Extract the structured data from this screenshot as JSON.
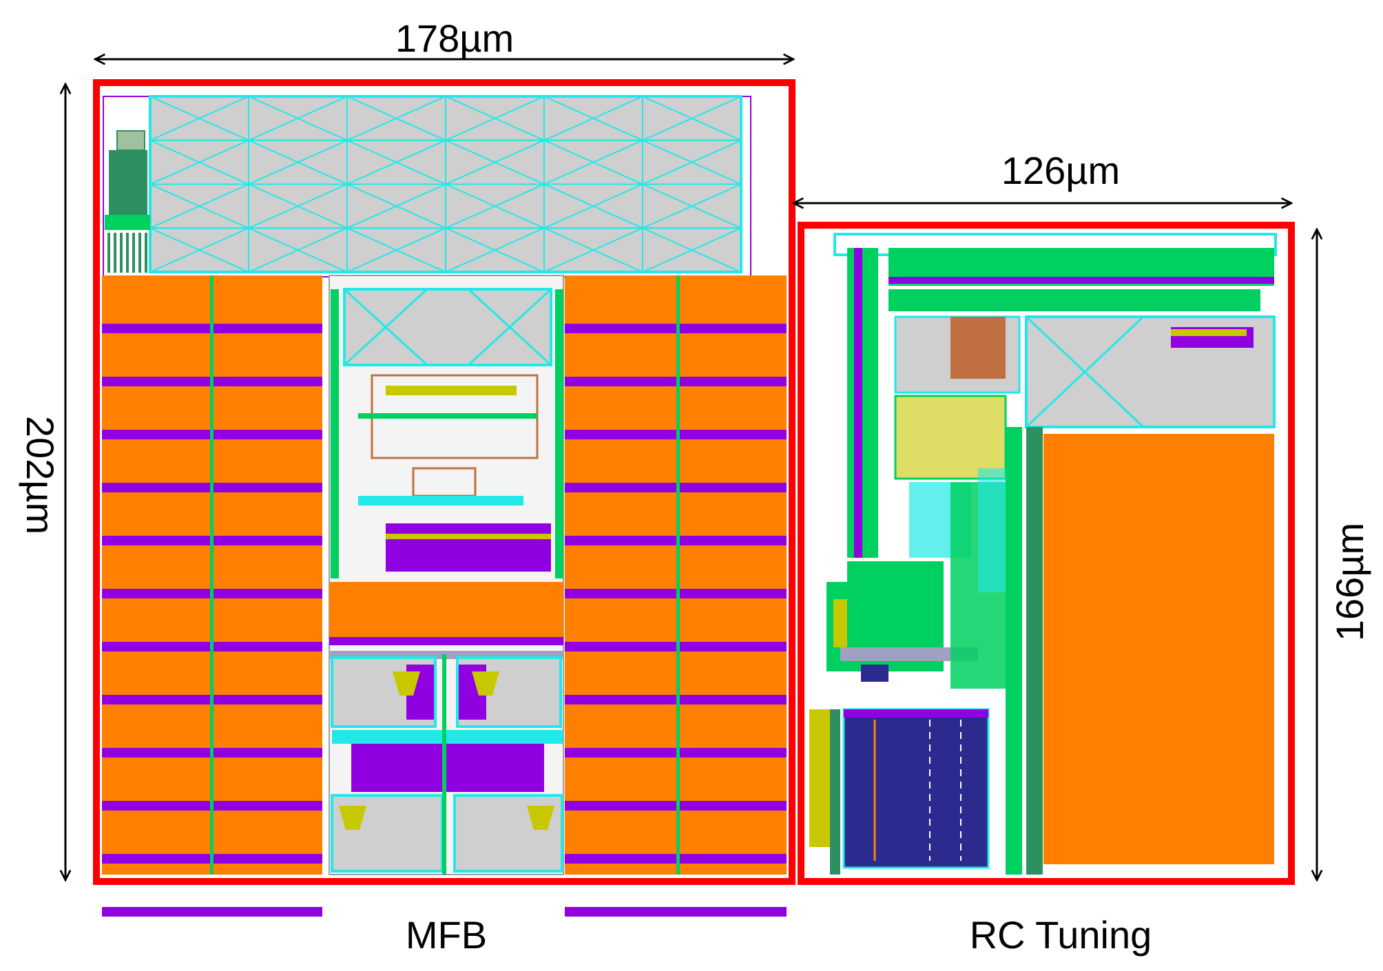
{
  "figure": {
    "blocks": [
      {
        "id": "mfb",
        "name": "MFB",
        "width_label": "178µm",
        "height_label": "202µm"
      },
      {
        "id": "rc",
        "name": "RC Tuning",
        "width_label": "126µm",
        "height_label": "166µm"
      }
    ]
  },
  "colors": {
    "outline": "#ff0000",
    "orange": "#ff8000",
    "purple": "#9000e0",
    "cyan": "#22e8e8",
    "green": "#00d060",
    "dark_green": "#2e9060",
    "gray": "#c8c8c8",
    "navy": "#2b2b8f",
    "yellow": "#c8c800",
    "brown": "#c07040"
  }
}
